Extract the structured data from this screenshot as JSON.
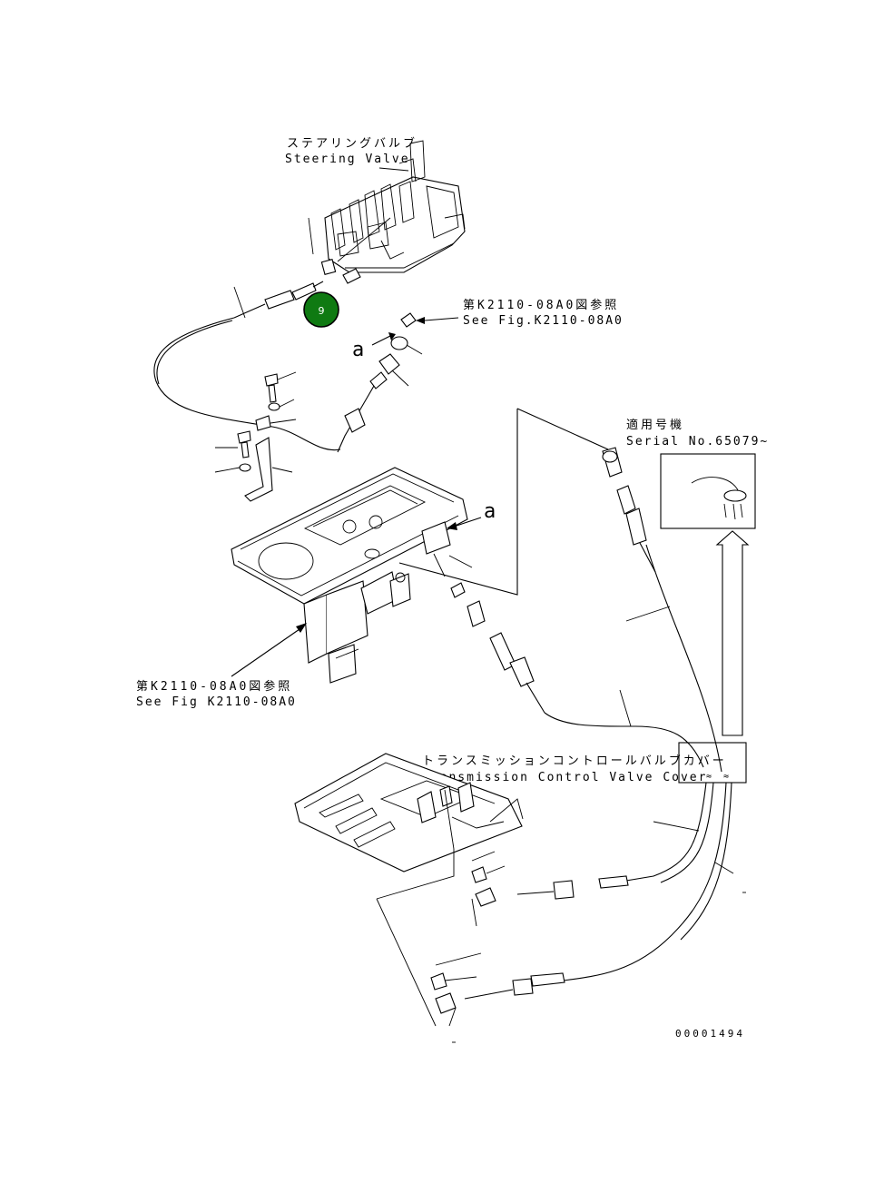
{
  "labels": {
    "steering_valve_jp": "ステアリングバルブ",
    "steering_valve_en": "Steering Valve",
    "ref_top_jp": "第K2110-08A0図参照",
    "ref_top_en": "See Fig.K2110-08A0",
    "ref_left_jp": "第K2110-08A0図参照",
    "ref_left_en": "See Fig K2110-08A0",
    "serial_jp": "適用号機",
    "serial_en": "Serial No.65079~",
    "tcv_jp": "トランスミッションコントロールバルブカバー",
    "tcv_en": "Transmission Control Valve Cover",
    "view_a_top": "a",
    "view_a_mid": "a",
    "drawing_no": "00001494"
  },
  "callouts": [
    {
      "id": "9",
      "color": "#0f7a12",
      "text_color": "#ffffff"
    }
  ]
}
